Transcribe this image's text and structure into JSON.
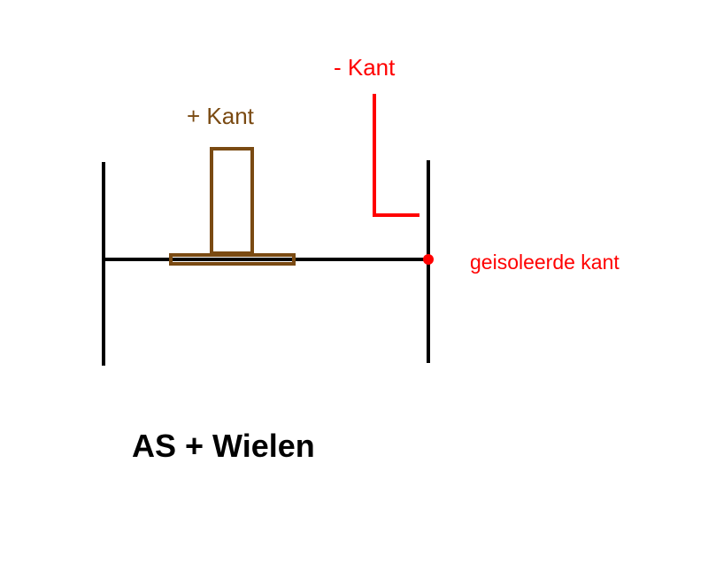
{
  "labels": {
    "plus_edge": "+ Kant",
    "minus_edge": "- Kant",
    "isolated_edge": "geisoleerde kant",
    "title": "AS + Wielen"
  },
  "colors": {
    "axle": "#000000",
    "plus": "#7a4a12",
    "minus": "#ff0000",
    "title": "#000000",
    "background": "#ffffff"
  }
}
